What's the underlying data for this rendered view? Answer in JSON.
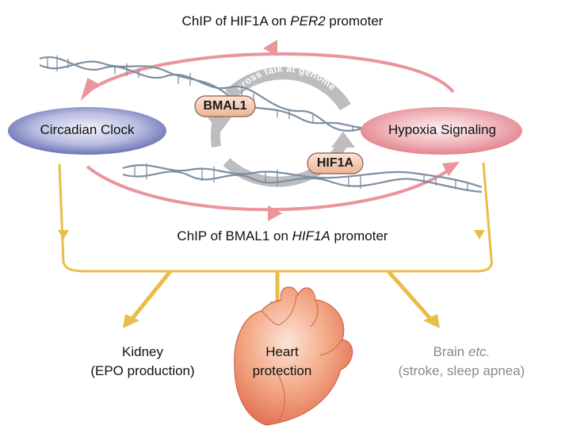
{
  "top_chip": {
    "prefix": "ChIP of HIF1A on ",
    "gene": "PER2",
    "suffix": " promoter"
  },
  "bottom_chip": {
    "prefix": "ChIP of BMAL1 on ",
    "gene": "HIF1A",
    "suffix": " promoter"
  },
  "nodes": {
    "circadian": "Circadian Clock",
    "hypoxia": "Hypoxia Signaling"
  },
  "factors": {
    "bmal1": "BMAL1",
    "hif1a": "HIF1A"
  },
  "cross_talk": "cross talk at genome",
  "outcomes": {
    "kidney": {
      "line1": "Kidney",
      "line2": "(EPO production)"
    },
    "heart": {
      "line1": "Heart",
      "line2": "protection"
    },
    "brain": {
      "line1_main": "Brain ",
      "line1_italic": "etc.",
      "line2": "(stroke, sleep apnea)"
    }
  },
  "colors": {
    "pink_arrow": "#e9959b",
    "yellow_arrow": "#e8bd4a",
    "gray_circle": "#b9b9b9",
    "circadian_fill": "#5b63ad",
    "hypoxia_fill": "#e07882",
    "pill_fill": "#f5cdb7",
    "dna_strand": "#7e8fa0",
    "heart_fill": "#e98262"
  }
}
